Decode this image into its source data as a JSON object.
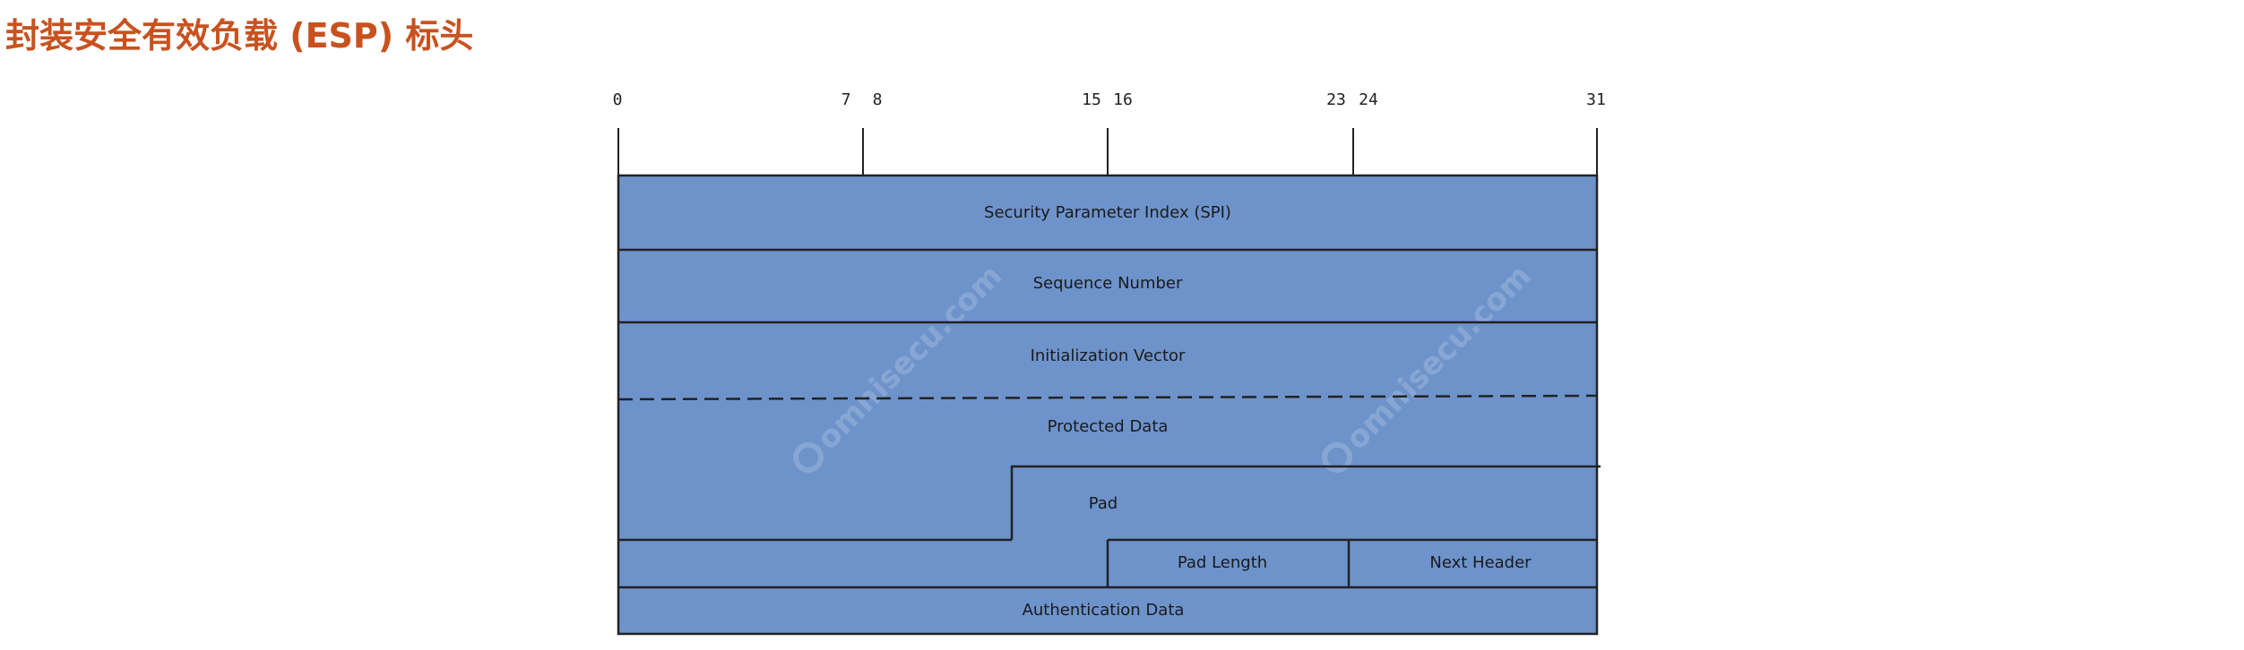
{
  "title": "封装安全有效负载 (ESP) 标头",
  "bit_positions": [
    "0",
    "7",
    "8",
    "15",
    "16",
    "23",
    "24",
    "31"
  ],
  "fields": {
    "spi": "Security Parameter Index (SPI)",
    "sequence_number": "Sequence Number",
    "initialization_vector": "Initialization Vector",
    "protected_data": "Protected Data",
    "pad": "Pad",
    "pad_length": "Pad Length",
    "next_header": "Next Header",
    "authentication_data": "Authentication Data"
  },
  "watermark": "omnisecu.com",
  "colors": {
    "title": "#c8521f",
    "field_fill": "#6e93cb",
    "line": "#222222"
  }
}
